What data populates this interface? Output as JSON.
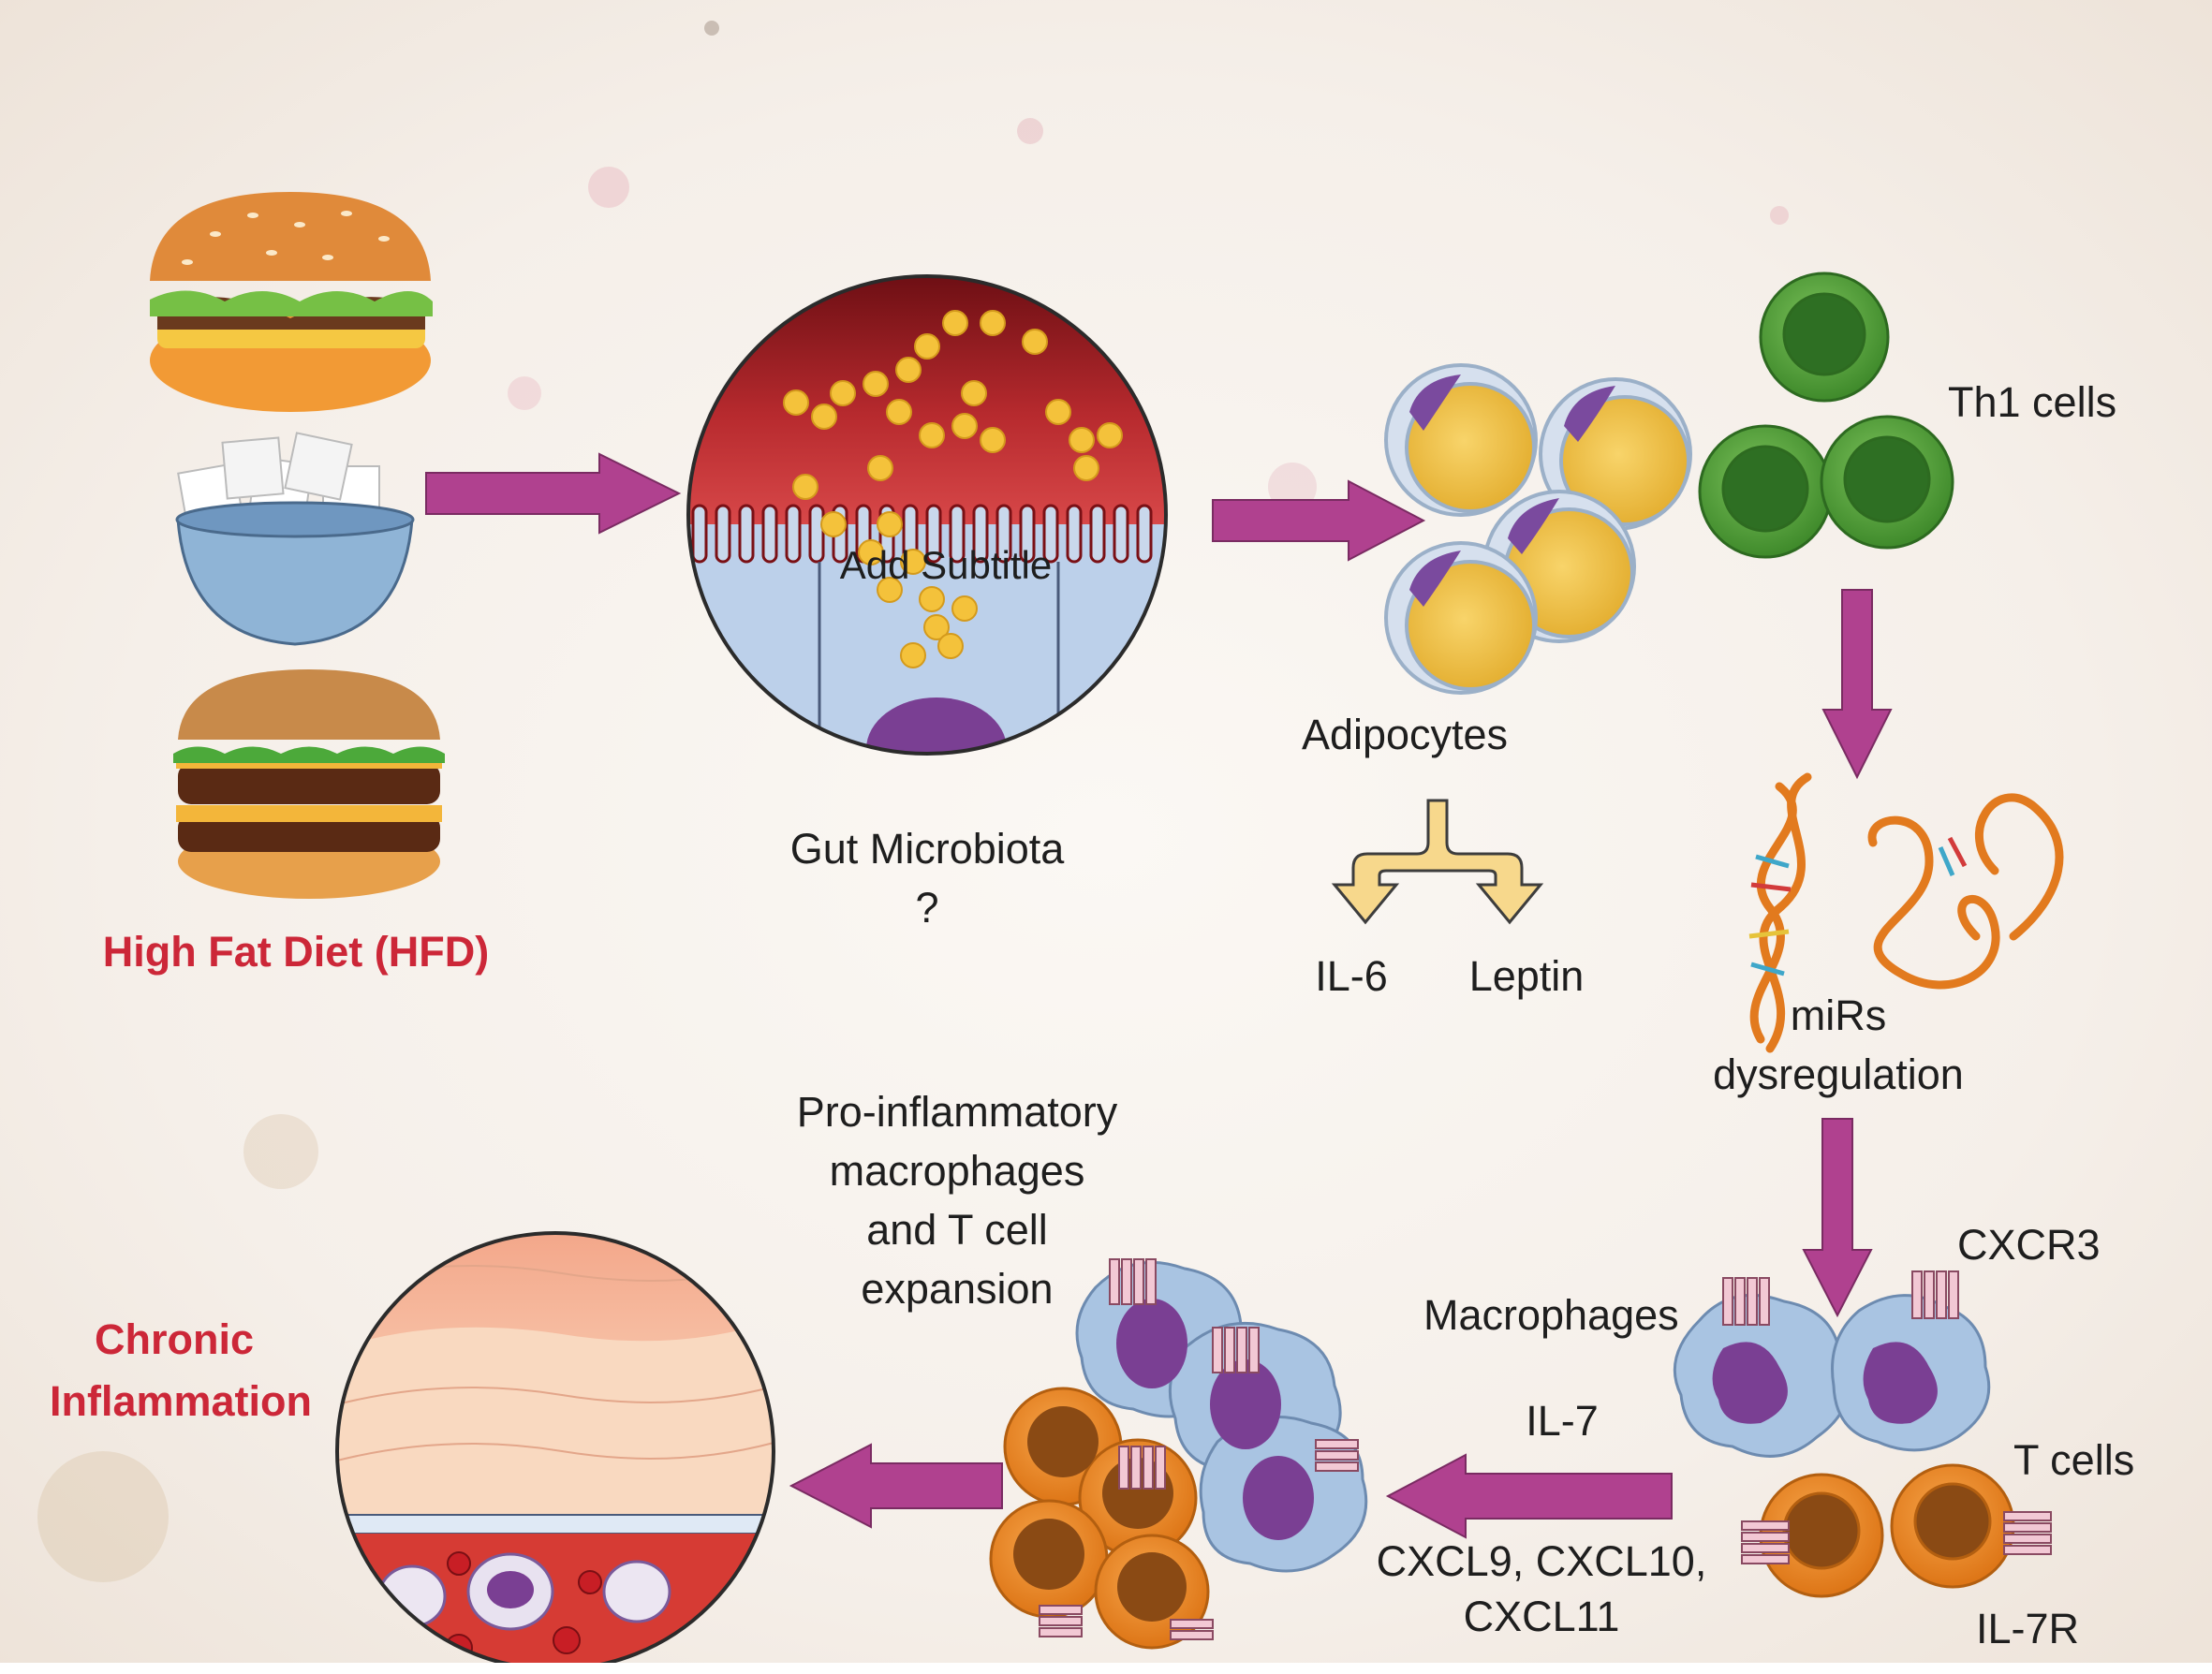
{
  "labels": {
    "hfd": "High Fat Diet (HFD)",
    "add_subtitle": "Add Subtitle",
    "gut_microbiota": "Gut Microbiota",
    "question_mark": "?",
    "adipocytes": "Adipocytes",
    "il6": "IL-6",
    "leptin": "Leptin",
    "th1_cells": "Th1 cells",
    "mirs_line1": "miRs",
    "mirs_line2": "dysregulation",
    "pro_inflammatory": "Pro-inflammatory\nmacrophages\nand T cell\nexpansion",
    "cxcr3": "CXCR3",
    "macrophages": "Macrophages",
    "t_cells": "T cells",
    "il7": "IL-7",
    "il7r": "IL-7R",
    "cxcl_line1": "CXCL9, CXCL10,",
    "cxcl_line2": "CXCL11",
    "chronic_line1": "Chronic",
    "chronic_line2": "Inflammation"
  },
  "colors": {
    "arrow": "#b0418f",
    "label_red": "#cc2738",
    "adipocyte": "#efc34a",
    "th1": "#55a43a",
    "macrophage": "#a9c4e2",
    "t_cell": "#ef8b24",
    "gut_red": "#a61a22"
  }
}
